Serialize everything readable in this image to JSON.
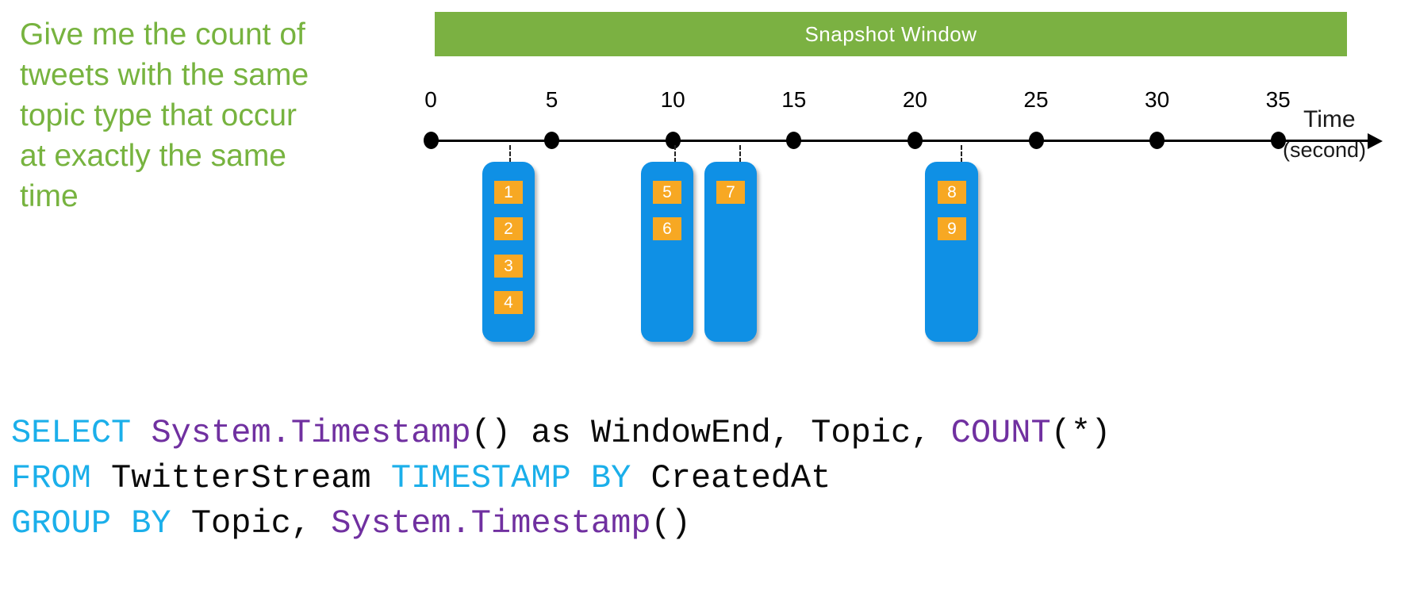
{
  "question": "Give me the count of\ntweets with the same\ntopic type that occur\nat exactly the same\ntime",
  "banner": {
    "label": "Snapshot Window"
  },
  "timeline": {
    "ticks": [
      "0",
      "5",
      "10",
      "15",
      "20",
      "25",
      "30",
      "35"
    ],
    "axis_label_line1": "Time",
    "axis_label_line2": "(second)"
  },
  "groups": [
    {
      "events": [
        "1",
        "2",
        "3",
        "4"
      ]
    },
    {
      "events": [
        "5",
        "6"
      ]
    },
    {
      "events": [
        "7"
      ]
    },
    {
      "events": [
        "8",
        "9"
      ]
    }
  ],
  "code": {
    "lines": [
      [
        {
          "c": "k",
          "t": "SELECT"
        },
        {
          "c": "p",
          "t": " "
        },
        {
          "c": "f",
          "t": "System.Timestamp"
        },
        {
          "c": "p",
          "t": "() as WindowEnd, Topic, "
        },
        {
          "c": "f",
          "t": "COUNT"
        },
        {
          "c": "p",
          "t": "(*)"
        }
      ],
      [
        {
          "c": "k",
          "t": "FROM"
        },
        {
          "c": "p",
          "t": " TwitterStream "
        },
        {
          "c": "k",
          "t": "TIMESTAMP BY"
        },
        {
          "c": "p",
          "t": " CreatedAt"
        }
      ],
      [
        {
          "c": "k",
          "t": "GROUP BY"
        },
        {
          "c": "p",
          "t": " Topic, "
        },
        {
          "c": "f",
          "t": "System.Timestamp"
        },
        {
          "c": "p",
          "t": "()"
        }
      ]
    ]
  },
  "colors": {
    "green_text": "#77B33F",
    "green_banner": "#7BB142",
    "blue_group": "#0F90E5",
    "orange_badge": "#F7A823",
    "sql_keyword": "#1BAFEA",
    "sql_function": "#7030A0"
  }
}
